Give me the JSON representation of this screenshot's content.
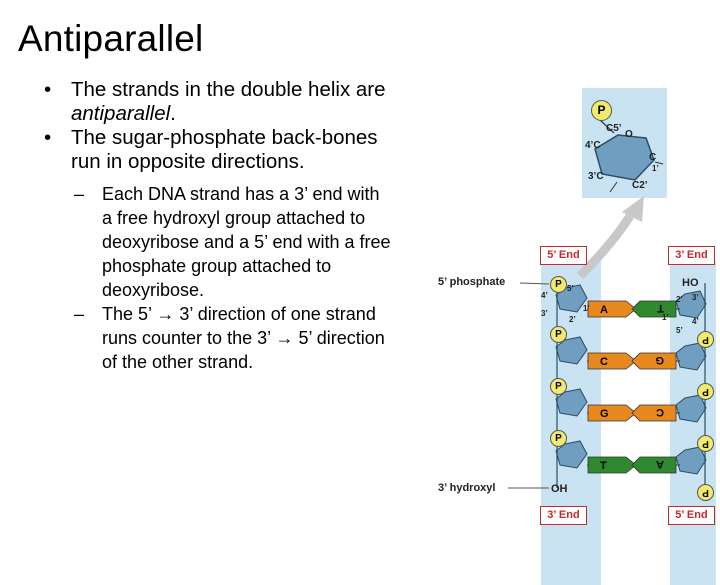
{
  "slide": {
    "title": "Antiparallel",
    "bullets": [
      {
        "before": "The strands in the double helix are ",
        "emph": "antiparallel",
        "after": "."
      },
      {
        "text": "The sugar-phosphate back-bones run in opposite directions."
      }
    ],
    "subbullets": [
      {
        "text": "Each DNA strand has a 3’ end with a free hydroxyl group attached to deoxyribose and a 5’ end with a free phosphate group attached to deoxyribose."
      },
      {
        "before": "The 5’ ",
        "arrow": "",
        "middle": " 3’ direction of one strand runs counter to the 3’ ",
        "arrow2": "",
        "after": " 5’ direction of the other strand."
      }
    ],
    "bullet_glyph": "•",
    "dash_glyph": "–"
  },
  "figure": {
    "inset": {
      "p": "P",
      "c5": "C5’",
      "o": "O",
      "c4": "4’C",
      "c1": "C",
      "c1num": "1’",
      "c3": "3’C",
      "c2": "C2’"
    },
    "end_labels": {
      "top_left": "5’ End",
      "top_right": "3’ End",
      "bottom_left": "3’ End",
      "bottom_right": "5’ End"
    },
    "annotations": {
      "phosphate": "5’ phosphate",
      "hydroxyl": "3’ hydroxyl",
      "oh": "OH",
      "ho": "HO"
    },
    "phosphate_letter": "P",
    "prime_labels": {
      "l5": "5’",
      "l4": "4’",
      "l3": "3’",
      "l1": "1’",
      "l2": "2’",
      "r2": "2’",
      "r3": "3’",
      "r1": "1’",
      "r4": "4’",
      "r5": "5’"
    },
    "base_pairs": [
      {
        "left": "A",
        "right": "T",
        "left_color": "#e8891f",
        "right_color": "#2f8a2f"
      },
      {
        "left": "C",
        "right": "G",
        "left_color": "#e8891f",
        "right_color": "#e8891f"
      },
      {
        "left": "G",
        "right": "C",
        "left_color": "#e8891f",
        "right_color": "#e8891f"
      },
      {
        "left": "T",
        "right": "A",
        "left_color": "#2f8a2f",
        "right_color": "#2f8a2f"
      }
    ],
    "colors": {
      "sugar": "#6f9ec0",
      "backbone": "#c9e3f3",
      "phosphate": "#f2ea6a",
      "label_red": "#c32b2b",
      "arrow": "#b8b8b8"
    }
  }
}
